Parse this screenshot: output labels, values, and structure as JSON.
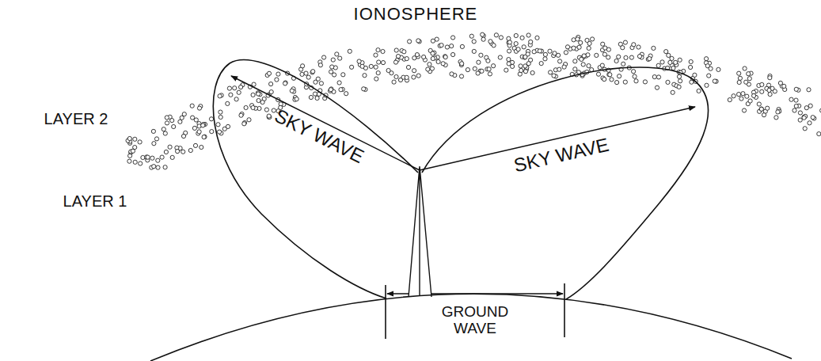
{
  "diagram": {
    "labels": [
      "IONOSPHERE",
      "LAYER 2",
      "LAYER 1",
      "SKY WAVE",
      "SKY WAVE",
      "GROUND WAVE"
    ]
  }
}
